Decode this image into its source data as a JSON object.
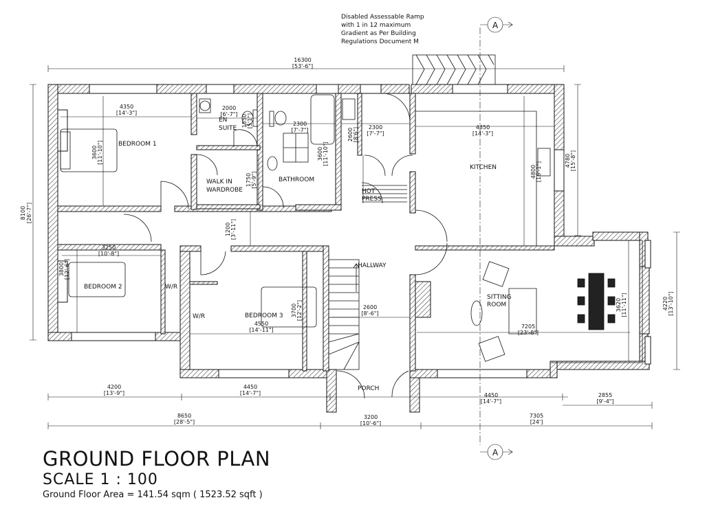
{
  "title": "GROUND FLOOR PLAN",
  "scale": "SCALE 1 : 100",
  "area": "Ground Floor Area = 141.54 sqm ( 1523.52 sqft )",
  "ramp_note": [
    "Disabled Assessable Ramp",
    "with 1 in 12 maximum",
    "Gradient as Per Building",
    "Regulations Document M"
  ],
  "section_marker": "A",
  "rooms": {
    "bedroom1": "BEDROOM 1",
    "ensuite_1": "EN",
    "ensuite_2": "SUITE",
    "walkin_1": "WALK IN",
    "walkin_2": "WARDROBE",
    "bathroom": "BATHROOM",
    "hotpress_1": "HOT",
    "hotpress_2": "PRESS",
    "kitchen": "KITCHEN",
    "hallway": "HALLWAY",
    "sitting_1": "SITTING",
    "sitting_2": "ROOM",
    "bedroom2": "BEDROOM 2",
    "bedroom3": "BEDROOM 3",
    "wr": "W/R",
    "porch": "PORCH"
  },
  "dims": {
    "overall_w": "16300",
    "overall_w_i": "[53'-6\"]",
    "overall_h": "8100",
    "overall_h_i": "[26'-7\"]",
    "b1_w": "4350",
    "b1_w_i": "[14'-3\"]",
    "b1_h": "3600",
    "b1_h_i": "[11'-10\"]",
    "ens_w": "2000",
    "ens_w_i": "[6'-7\"]",
    "ens_h": "1550",
    "ens_h_i": "[5'1\"]",
    "wiw_h": "1750",
    "wiw_h_i": "[5'-9\"]",
    "bath_w": "2300",
    "bath_w_i": "[7'-7\"]",
    "bath_h": "3600",
    "bath_h_i": "[11'-10\"]",
    "hp_h": "2600",
    "hp_h_i": "[8'6\"]",
    "hall_w": "2300",
    "hall_w_i": "[7'-7\"]",
    "kit_w": "4350",
    "kit_w_i": "[14'-3\"]",
    "kit_h": "4800",
    "kit_h_i": "[16'-1\"]",
    "kit_out_h": "4780",
    "kit_out_h_i": "[15'-8\"]",
    "corr_h": "1200",
    "corr_h_i": "[3'-11\"]",
    "b2_w": "3250",
    "b2_w_i": "[10'-8\"]",
    "b2_h": "3800",
    "b2_h_i": "[12'-6\"]",
    "b3_h": "3700",
    "b3_h_i": "[12'-2\"]",
    "b3_w": "4550",
    "b3_w_i": "[14'-11\"]",
    "stair_w": "2600",
    "stair_w_i": "[8'-6\"]",
    "sit_w": "7205",
    "sit_w_i": "[23'-8\"]",
    "bay_h": "3620",
    "bay_h_i": "[11'-11\"]",
    "bay_out_h": "4220",
    "bay_out_h_i": "[13'-10\"]",
    "bot1": "4200",
    "bot1_i": "[13'-9\"]",
    "bot2": "4450",
    "bot2_i": "[14'-7\"]",
    "bot3": "4450",
    "bot3_i": "[14'-7\"]",
    "bot4": "2855",
    "bot4_i": "[9'-4\"]",
    "bot_l": "8650",
    "bot_l_i": "[28'-5\"]",
    "bot_m": "3200",
    "bot_m_i": "[10'-6\"]",
    "bot_r": "7305",
    "bot_r_i": "[24']"
  }
}
